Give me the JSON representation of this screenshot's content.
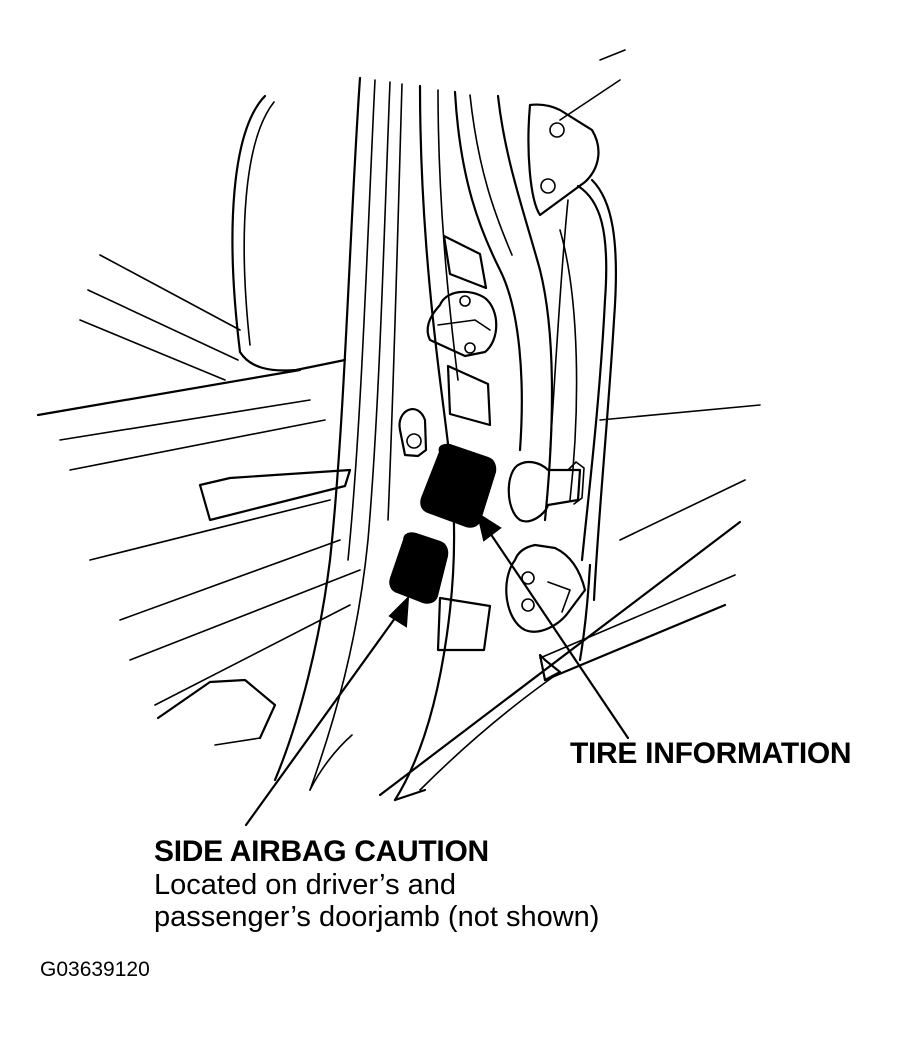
{
  "labels": {
    "tire_information": "TIRE INFORMATION",
    "side_airbag_title": "SIDE AIRBAG CAUTION",
    "side_airbag_line1": "Located on driver’s and",
    "side_airbag_line2": "passenger’s doorjamb (not shown)",
    "figure_id": "G03639120"
  },
  "colors": {
    "ink": "#000000",
    "background": "#ffffff"
  }
}
